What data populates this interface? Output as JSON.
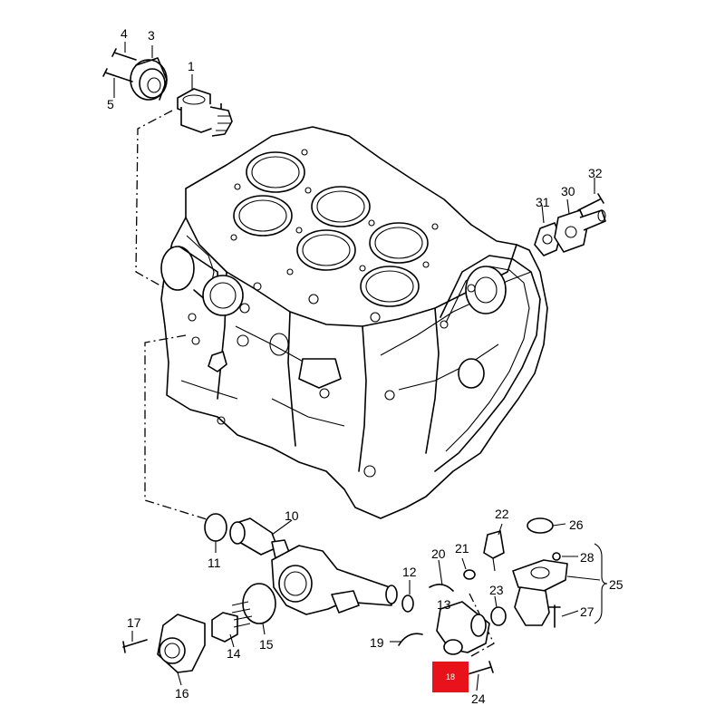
{
  "callouts": [
    {
      "id": "1",
      "label": "1"
    },
    {
      "id": "3",
      "label": "3"
    },
    {
      "id": "4",
      "label": "4"
    },
    {
      "id": "5",
      "label": "5"
    },
    {
      "id": "10",
      "label": "10"
    },
    {
      "id": "11",
      "label": "11"
    },
    {
      "id": "12",
      "label": "12"
    },
    {
      "id": "13",
      "label": "13"
    },
    {
      "id": "14",
      "label": "14"
    },
    {
      "id": "15",
      "label": "15"
    },
    {
      "id": "16",
      "label": "16"
    },
    {
      "id": "17",
      "label": "17"
    },
    {
      "id": "19",
      "label": "19"
    },
    {
      "id": "20",
      "label": "20"
    },
    {
      "id": "21",
      "label": "21"
    },
    {
      "id": "22",
      "label": "22"
    },
    {
      "id": "23",
      "label": "23"
    },
    {
      "id": "24",
      "label": "24"
    },
    {
      "id": "25",
      "label": "25"
    },
    {
      "id": "26",
      "label": "26"
    },
    {
      "id": "27",
      "label": "27"
    },
    {
      "id": "28",
      "label": "28"
    },
    {
      "id": "30",
      "label": "30"
    },
    {
      "id": "31",
      "label": "31"
    },
    {
      "id": "32",
      "label": "32"
    }
  ],
  "highlight": {
    "label": "18",
    "color": "#e8121a"
  }
}
